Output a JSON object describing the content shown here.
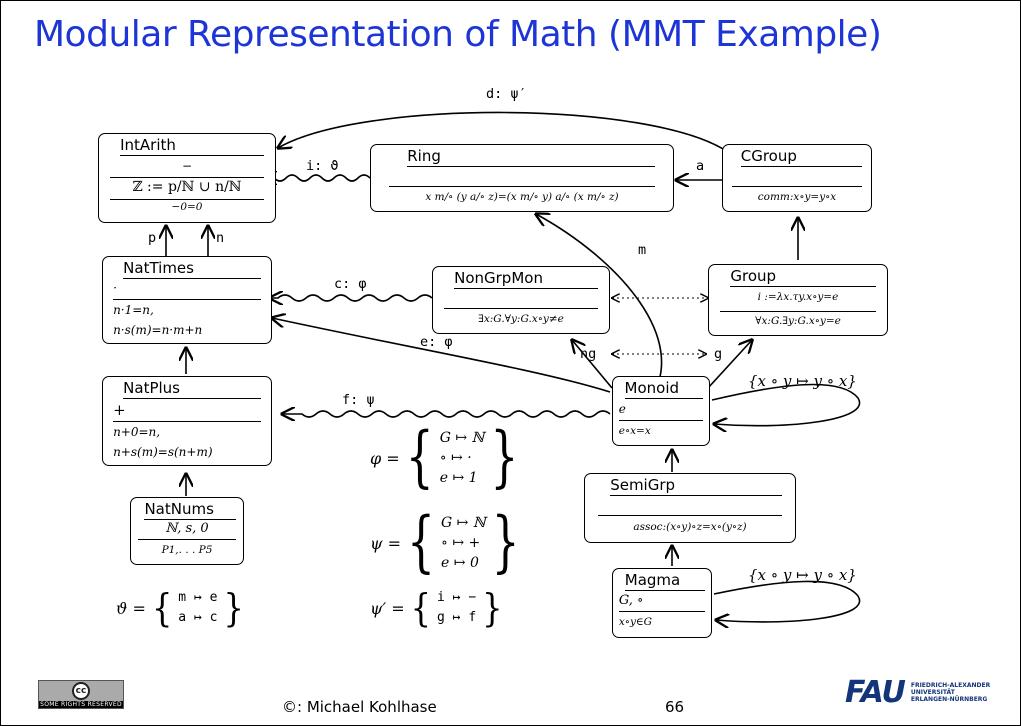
{
  "title": "Modular Representation of Math (MMT Example)",
  "theories": {
    "intarith": {
      "name": "IntArith",
      "row1": "−",
      "row2": "ℤ := p/ℕ ∪ n/ℕ",
      "row3": "−0=0"
    },
    "ring": {
      "name": "Ring",
      "row1": "",
      "row2": "x m/∘ (y a/∘ z)=(x m/∘ y) a/∘ (x m/∘ z)"
    },
    "cgroup": {
      "name": "CGroup",
      "row1": "",
      "row2": "comm:x∘y=y∘x"
    },
    "nattimes": {
      "name": "NatTimes",
      "row1": "·",
      "row2": "n·1=n,",
      "row3": "n·s(m)=n·m+n"
    },
    "nongrpmon": {
      "name": "NonGrpMon",
      "row1": "",
      "row2": "∃x:G.∀y:G.x∘y≠e"
    },
    "group": {
      "name": "Group",
      "row1": "i :=λx.τy.x∘y=e",
      "row2": "∀x:G.∃y:G.x∘y=e"
    },
    "natplus": {
      "name": "NatPlus",
      "row1": "+",
      "row2": "n+0=n,",
      "row3": "n+s(m)=s(n+m)"
    },
    "monoid": {
      "name": "Monoid",
      "row1": "e",
      "row2": "e∘x=x"
    },
    "natnums": {
      "name": "NatNums",
      "row1": "ℕ, s, 0",
      "row2": "P1,. . . P5"
    },
    "semigrp": {
      "name": "SemiGrp",
      "row1": "",
      "row2": "assoc:(x∘y)∘z=x∘(y∘z)"
    },
    "magma": {
      "name": "Magma",
      "row1": "G, ∘",
      "row2": "x∘y∈G"
    }
  },
  "labels": {
    "d": "d: ψ′",
    "i": "i: ϑ",
    "a": "a",
    "m": "m",
    "c": "c: φ",
    "e": "e: φ",
    "ng": "ng",
    "g": "g",
    "f": "f: ψ",
    "p": "p",
    "n": "n",
    "comm_monoid": "{x ∘ y ↦ y ∘ x}",
    "comm_magma": "{x ∘ y ↦ y ∘ x}"
  },
  "mappings": {
    "phi": {
      "lhs": "φ =",
      "lines": [
        "G ↦ ℕ",
        "∘ ↦ ·",
        "e ↦ 1"
      ]
    },
    "psi": {
      "lhs": "ψ =",
      "lines": [
        "G ↦ ℕ",
        "∘ ↦ +",
        "e ↦ 0"
      ]
    },
    "theta": {
      "lhs": "ϑ =",
      "lines": [
        "m ↦ e",
        "a ↦ c"
      ]
    },
    "psiprime": {
      "lhs": "ψ′ =",
      "lines": [
        "i ↦ −",
        "g ↦ f"
      ]
    }
  },
  "footer": {
    "author": "©: Michael Kohlhase",
    "page": "66",
    "cc_text": "SOME RIGHTS RESERVED",
    "cc_symbol": "cc",
    "fau_logo": "FAU",
    "fau_text": "FRIEDRICH-ALEXANDER UNIVERSITÄT ERLANGEN-NÜRNBERG"
  },
  "colors": {
    "title": "#1d35d6",
    "fau": "#13357a"
  }
}
